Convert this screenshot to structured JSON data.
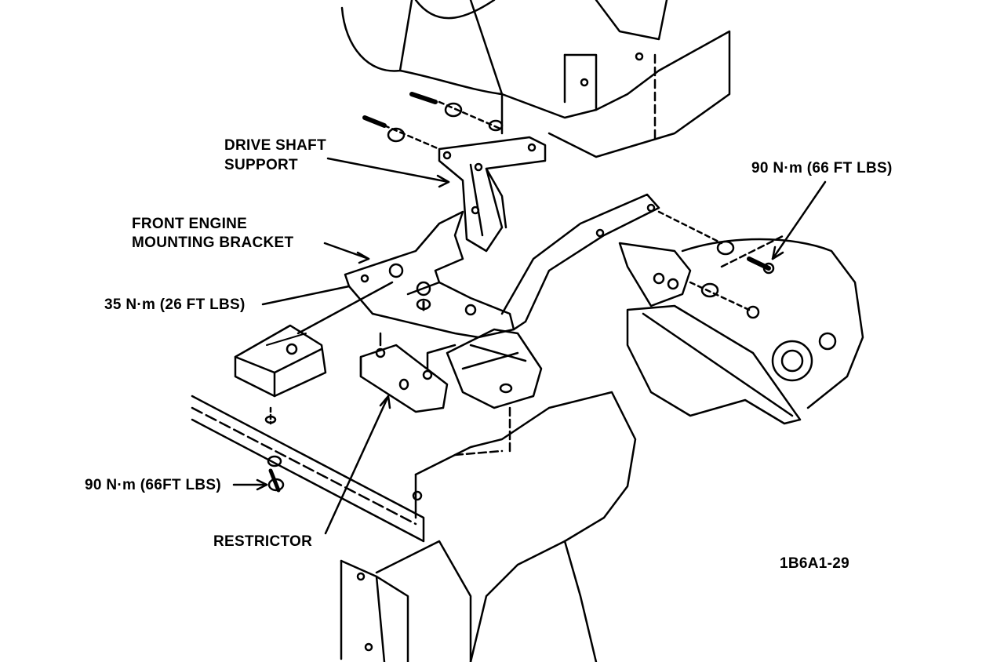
{
  "colors": {
    "ink": "#000000",
    "paper": "#ffffff"
  },
  "labels": {
    "drive_shaft_support_1": "DRIVE SHAFT",
    "drive_shaft_support_2": "SUPPORT",
    "front_engine_1": "FRONT ENGINE",
    "front_engine_2": "MOUNTING BRACKET",
    "torque_35": "35 N·m (26 FT LBS)",
    "torque_90_upper": "90 N·m (66 FT LBS)",
    "torque_90_lower": "90 N·m (66FT LBS)",
    "restrictor": "RESTRICTOR",
    "figure_id": "1B6A1-29"
  }
}
